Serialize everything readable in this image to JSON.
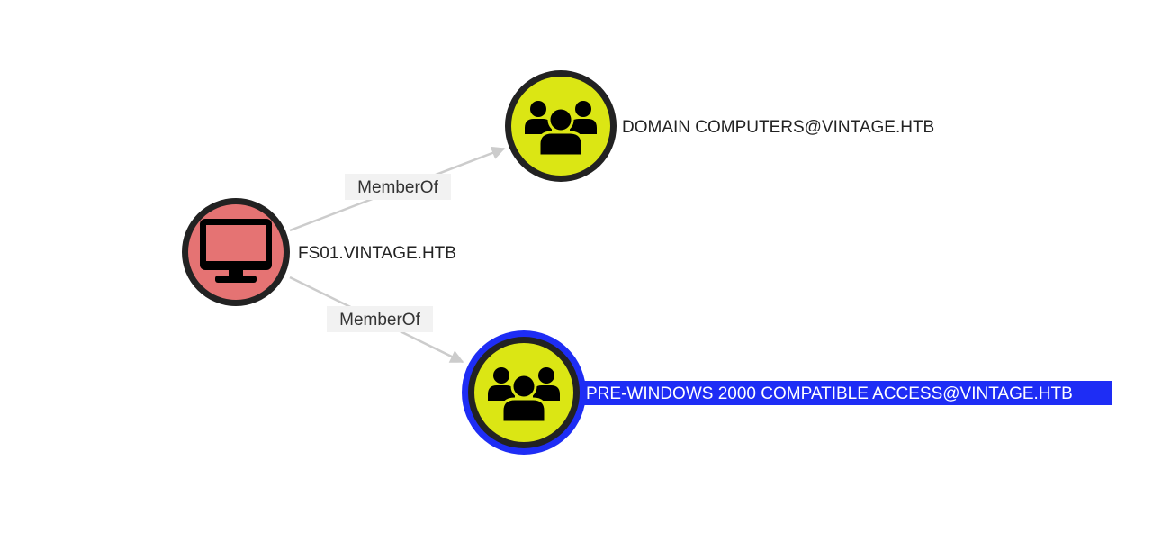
{
  "graph": {
    "nodes": [
      {
        "id": "fs01",
        "label": "FS01.VINTAGE.HTB",
        "type": "computer",
        "icon": "desktop-computer-icon",
        "fill": "#e57373",
        "ring": "#222222",
        "selected": false
      },
      {
        "id": "domain-computers",
        "label": "DOMAIN COMPUTERS@VINTAGE.HTB",
        "type": "group",
        "icon": "users-group-icon",
        "fill": "#dbe614",
        "ring": "#222222",
        "selected": false
      },
      {
        "id": "pre-windows-2000",
        "label": "PRE-WINDOWS 2000 COMPATIBLE ACCESS@VINTAGE.HTB",
        "type": "group",
        "icon": "users-group-icon",
        "fill": "#dbe614",
        "ring": "#222222",
        "selected": true,
        "selection_color": "#1e2df5"
      }
    ],
    "edges": [
      {
        "source": "fs01",
        "target": "domain-computers",
        "label": "MemberOf"
      },
      {
        "source": "fs01",
        "target": "pre-windows-2000",
        "label": "MemberOf"
      }
    ],
    "edge_color": "#cccccc",
    "edge_label_bg": "#f2f2f2"
  }
}
